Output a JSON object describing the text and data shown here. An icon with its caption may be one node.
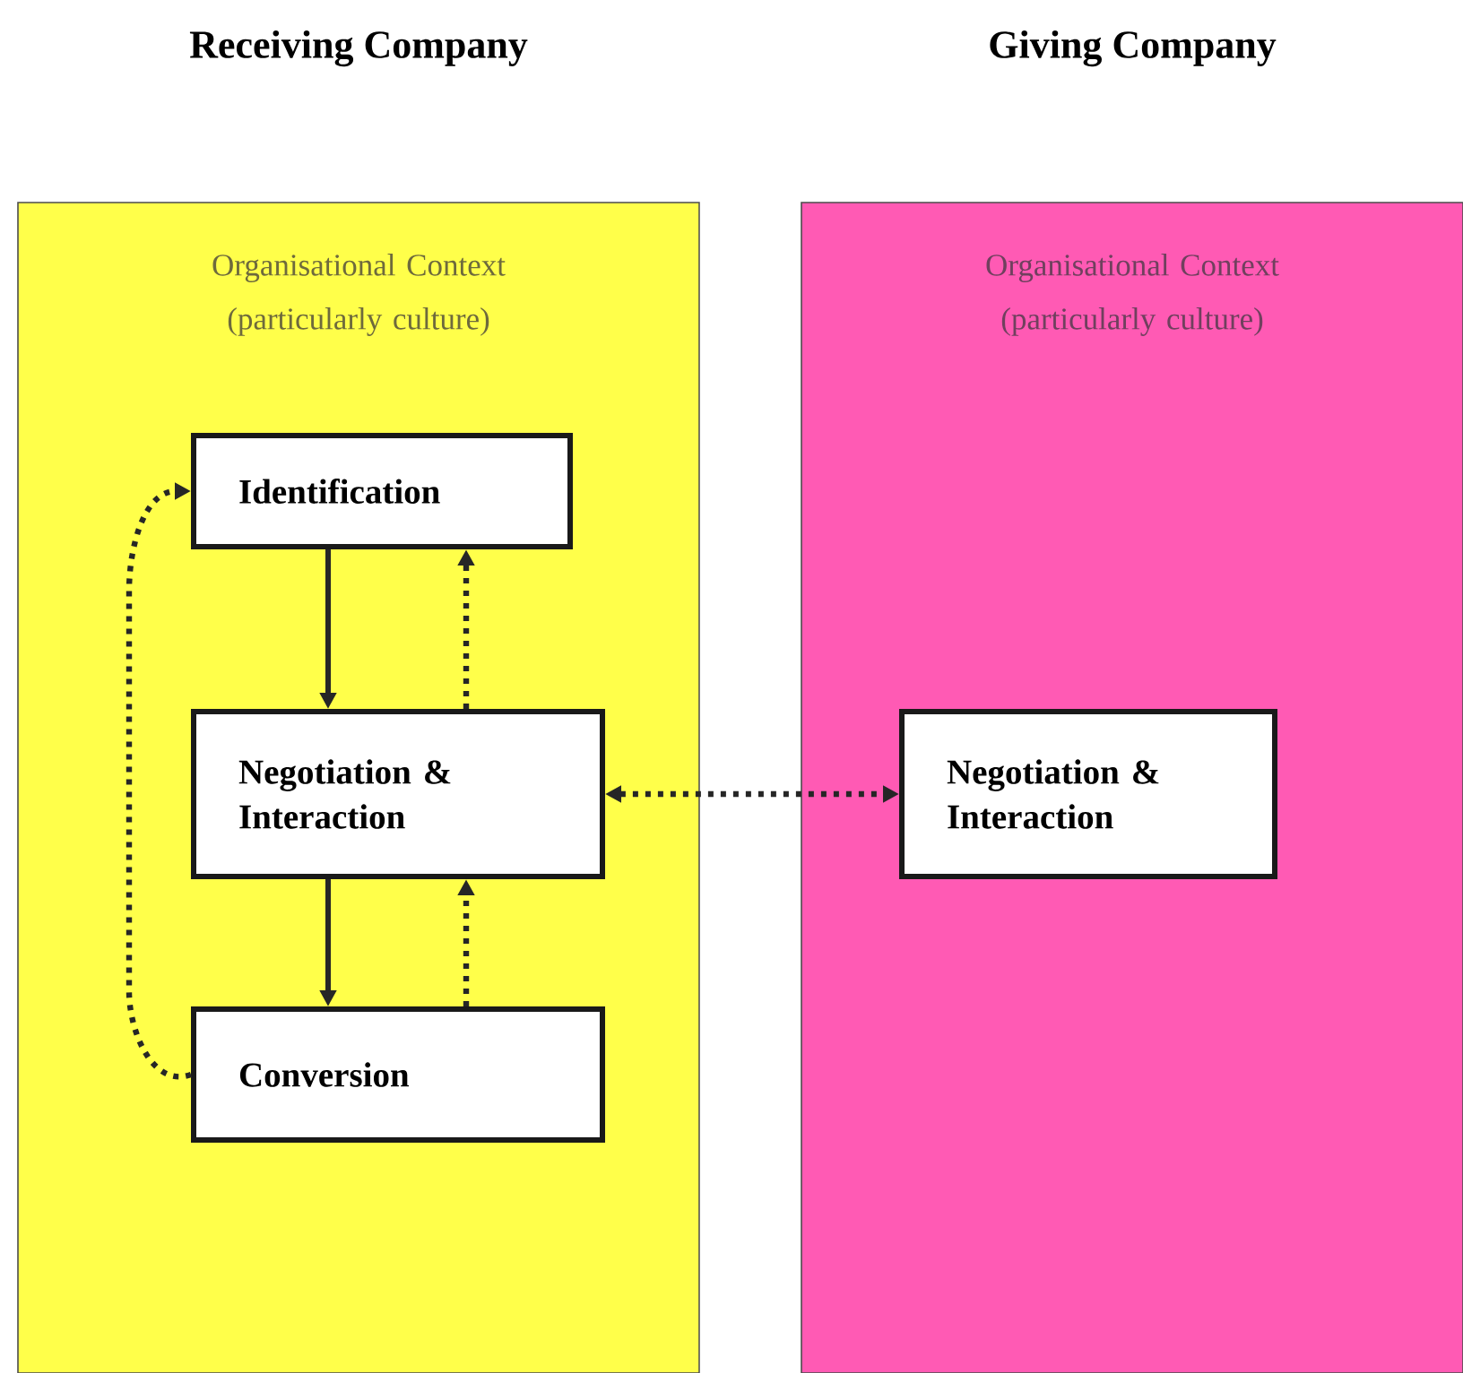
{
  "diagram": {
    "nodes": [
      {
        "text": [
          "Receiving Company",
          "Organisational Context (particularly culture)"
        ]
      },
      {
        "text": [
          "Identification"
        ],
        "in": 0
      },
      {
        "text": [
          "Negotiation & Interaction"
        ],
        "in": 0
      },
      {
        "text": [
          "Conversion"
        ],
        "in": 0
      },
      {
        "text": [
          "Giving Company",
          "Organisational Context (particularly culture)"
        ]
      },
      {
        "text": [
          "Negotiation & Interaction"
        ],
        "in": 4
      }
    ],
    "edges": [
      {
        "from": 1,
        "to": 2,
        "arrow": "to"
      },
      {
        "from": 2,
        "to": 1,
        "arrow": "to",
        "style": "dashed"
      },
      {
        "from": 2,
        "to": 3,
        "arrow": "to"
      },
      {
        "from": 3,
        "to": 2,
        "arrow": "to",
        "style": "dashed"
      },
      {
        "from": 3,
        "to": 1,
        "arrow": "to",
        "style": "dashed"
      },
      {
        "from": 2,
        "to": 5,
        "arrow": "both",
        "style": "dashed"
      }
    ]
  }
}
